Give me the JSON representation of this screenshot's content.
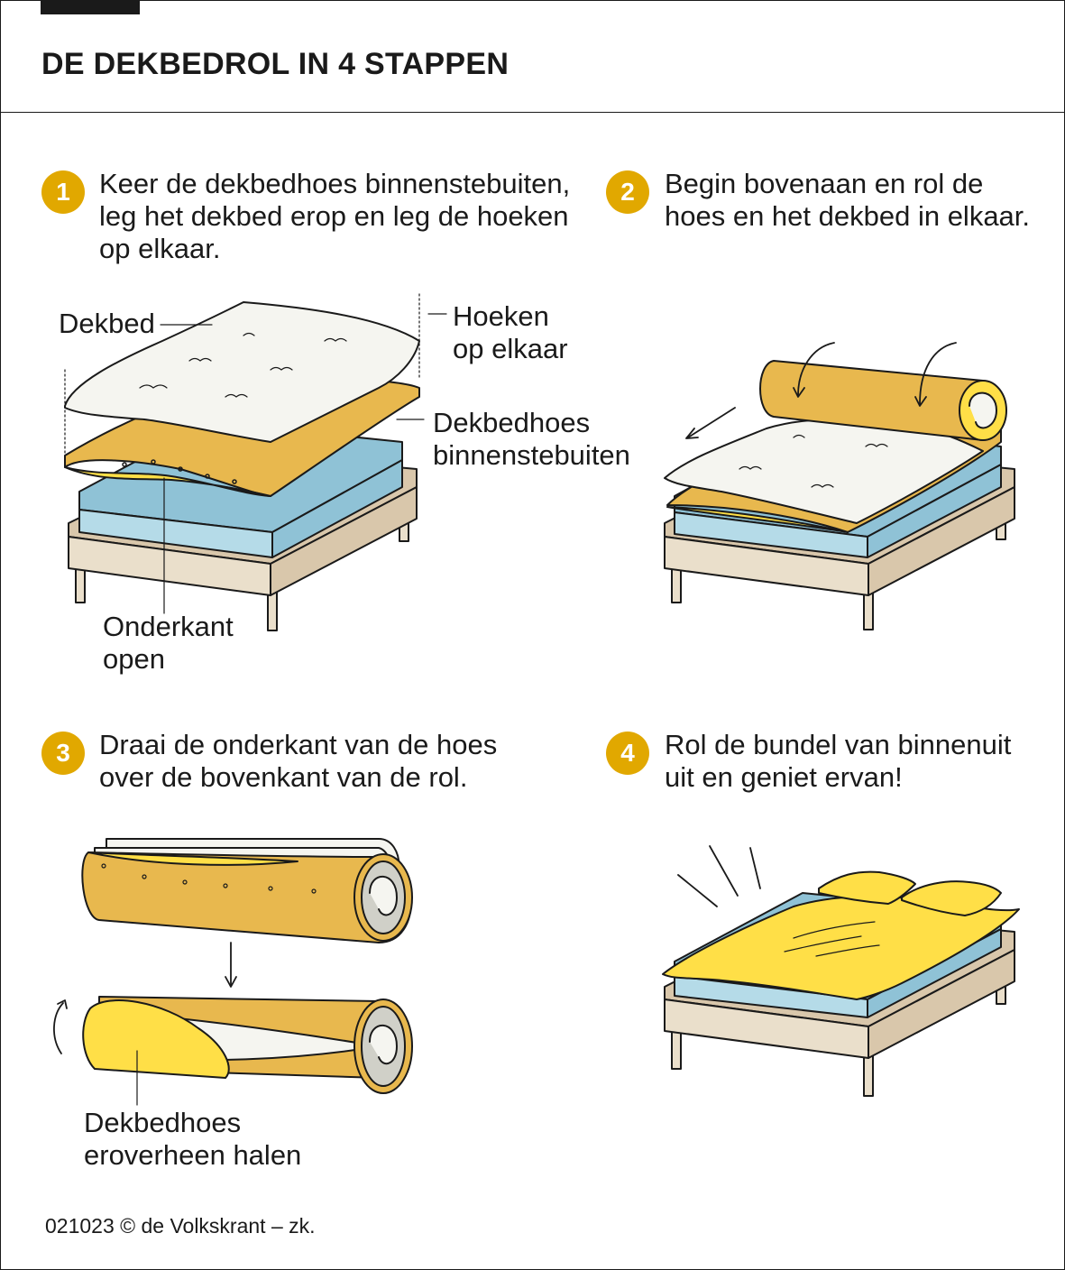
{
  "title": "DE DEKBEDROL IN 4 STAPPEN",
  "colors": {
    "badge": "#e1a800",
    "cover_dark": "#e8b84e",
    "cover_bright": "#ffdf47",
    "duvet": "#f5f5f0",
    "mattress": "#a8d4e4",
    "frame": "#eadfcb"
  },
  "steps": [
    {
      "number": "1",
      "lines": [
        "Keer de dekbedhoes binnenstebuiten,",
        "leg het dekbed erop en leg de hoeken",
        "op elkaar."
      ]
    },
    {
      "number": "2",
      "lines": [
        "Begin bovenaan en rol de",
        "hoes en het dekbed in elkaar."
      ]
    },
    {
      "number": "3",
      "lines": [
        "Draai de onderkant van de hoes",
        "over de bovenkant van de rol."
      ]
    },
    {
      "number": "4",
      "lines": [
        "Rol de bundel van binnenuit",
        "uit en geniet ervan!"
      ]
    }
  ],
  "labels": {
    "dekbed": "Dekbed",
    "hoeken": [
      "Hoeken",
      "op elkaar"
    ],
    "dekbedhoes": [
      "Dekbedhoes",
      "binnenstebuiten"
    ],
    "onderkant": [
      "Onderkant",
      "open"
    ],
    "eroverheen": [
      "Dekbedhoes",
      "eroverheen halen"
    ]
  },
  "credit": "021023 © de Volkskrant – zk."
}
